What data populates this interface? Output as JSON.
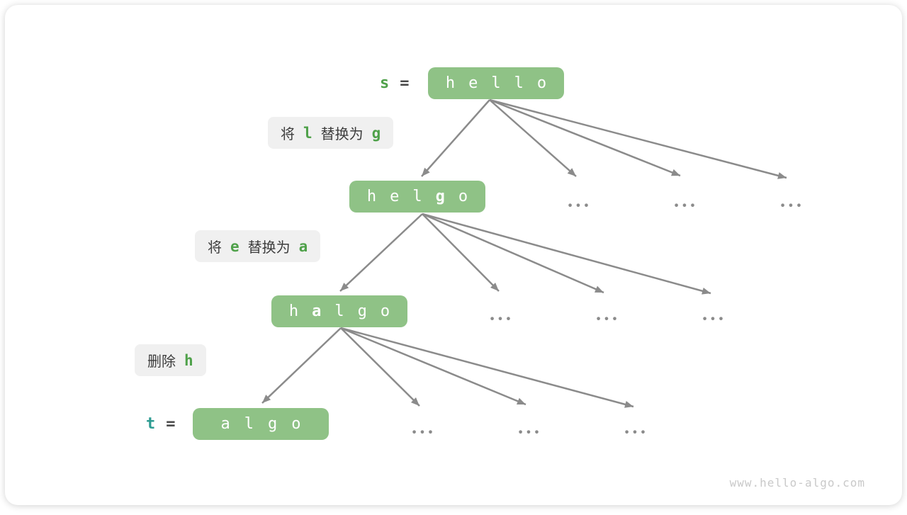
{
  "colors": {
    "green_box": "#8FC286",
    "code_green": "#4FA14A",
    "teal": "#2E9C92",
    "arrow_gray": "#8B8B8B",
    "label_bg": "#F0F0F0",
    "chinese_text": "#3D3D3D"
  },
  "vars": {
    "s": {
      "name": "s",
      "eq": "=",
      "value": "hello"
    },
    "t": {
      "name": "t",
      "eq": "=",
      "value": "algo"
    }
  },
  "nodes": {
    "hello": {
      "chars": [
        {
          "c": "h"
        },
        {
          "c": "e"
        },
        {
          "c": "l"
        },
        {
          "c": "l"
        },
        {
          "c": "o"
        }
      ]
    },
    "helgo": {
      "chars": [
        {
          "c": "h"
        },
        {
          "c": "e"
        },
        {
          "c": "l"
        },
        {
          "c": "g",
          "bold": true
        },
        {
          "c": "o"
        }
      ]
    },
    "halgo": {
      "chars": [
        {
          "c": "h"
        },
        {
          "c": "a",
          "bold": true
        },
        {
          "c": "l"
        },
        {
          "c": "g"
        },
        {
          "c": "o"
        }
      ]
    },
    "algo": {
      "chars": [
        {
          "c": "a"
        },
        {
          "c": "l"
        },
        {
          "c": "g"
        },
        {
          "c": "o"
        }
      ]
    }
  },
  "operations": [
    {
      "segments": [
        {
          "t": "将",
          "code": false
        },
        {
          "t": "l",
          "code": true
        },
        {
          "t": "替换为",
          "code": false
        },
        {
          "t": "g",
          "code": true
        }
      ]
    },
    {
      "segments": [
        {
          "t": "将",
          "code": false
        },
        {
          "t": "e",
          "code": true
        },
        {
          "t": "替换为",
          "code": false
        },
        {
          "t": "a",
          "code": true
        }
      ]
    },
    {
      "segments": [
        {
          "t": "删除",
          "code": false
        },
        {
          "t": "h",
          "code": true
        }
      ]
    }
  ],
  "ellipsis": "•••",
  "watermark": "www.hello-algo.com"
}
